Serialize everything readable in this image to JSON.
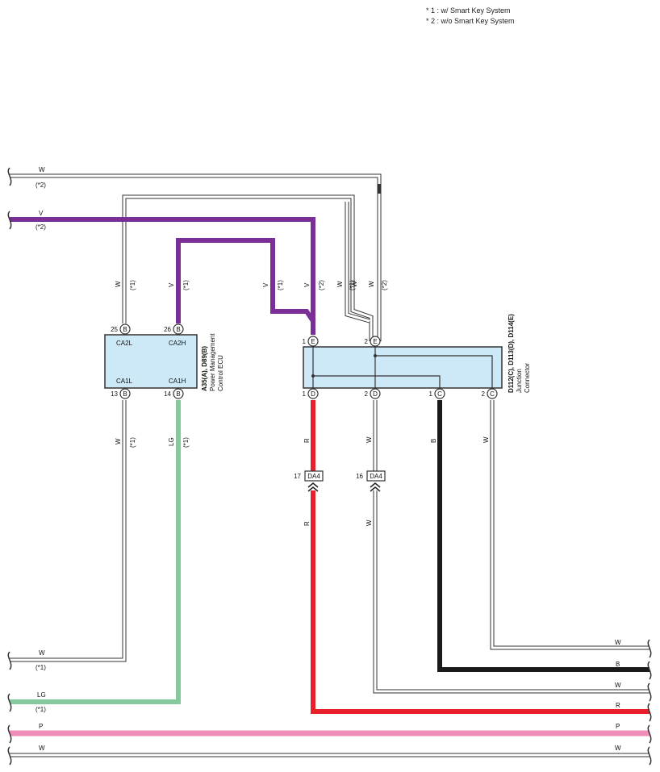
{
  "notes": [
    "* 1 : w/ Smart Key System",
    "* 2 : w/o Smart Key System"
  ],
  "colors": {
    "W": "#ffffff",
    "V": "#7b2f96",
    "LG": "#86c99e",
    "R": "#e8202a",
    "B": "#1a1a1a",
    "P": "#f08cb8",
    "component_fill": "#cde9f7",
    "outline": "#333333"
  },
  "ecu": {
    "name_bold": "A35(A), D89(B)",
    "name": [
      "Power Management",
      "Control ECU"
    ],
    "terminals": [
      {
        "pin": "25",
        "conn": "B",
        "label": "CA2L"
      },
      {
        "pin": "26",
        "conn": "B",
        "label": "CA2H"
      },
      {
        "pin": "13",
        "conn": "B",
        "label": "CA1L"
      },
      {
        "pin": "14",
        "conn": "B",
        "label": "CA1H"
      }
    ]
  },
  "junction": {
    "name_bold": "D112(C), D113(D), D114(E)",
    "name": [
      "Junction",
      "Connector"
    ],
    "terminals": [
      {
        "pin": "1",
        "conn": "E"
      },
      {
        "pin": "2",
        "conn": "E"
      },
      {
        "pin": "1",
        "conn": "D"
      },
      {
        "pin": "2",
        "conn": "D"
      },
      {
        "pin": "1",
        "conn": "C"
      },
      {
        "pin": "2",
        "conn": "C"
      }
    ]
  },
  "connectors": [
    {
      "pin": "17",
      "name": "DA4"
    },
    {
      "pin": "16",
      "name": "DA4"
    }
  ],
  "wire_labels": {
    "left_w_top": "W",
    "left_w_top_note": "(*2)",
    "left_v": "V",
    "left_v_note": "(*2)",
    "left_w_bottom": "W",
    "left_w_bottom_note": "(*1)",
    "left_lg": "LG",
    "left_lg_note": "(*1)",
    "p": "P",
    "w_bottom": "W",
    "right_w1": "W",
    "right_b": "B",
    "right_w2": "W",
    "right_r": "R",
    "right_p": "P",
    "right_w3": "W",
    "ecu_up_w": "W",
    "ecu_up_w_note": "(*1)",
    "ecu_up_v": "V",
    "ecu_up_v_note": "(*1)",
    "mid_v1": "V",
    "mid_v1_note": "(*1)",
    "mid_v2": "V",
    "mid_v2_note": "(*2)",
    "mid_w1": "W",
    "mid_w2": "W",
    "mid_w2_note": "(*1)",
    "mid_w3": "W",
    "mid_w3_note": "(*2)",
    "ecu_down_w": "W",
    "ecu_down_w_note": "(*1)",
    "ecu_down_lg": "LG",
    "ecu_down_lg_note": "(*1)",
    "d1_r": "R",
    "d2_w": "W",
    "c1_b": "B",
    "c2_w": "W",
    "r_below": "R",
    "w_below": "W"
  }
}
